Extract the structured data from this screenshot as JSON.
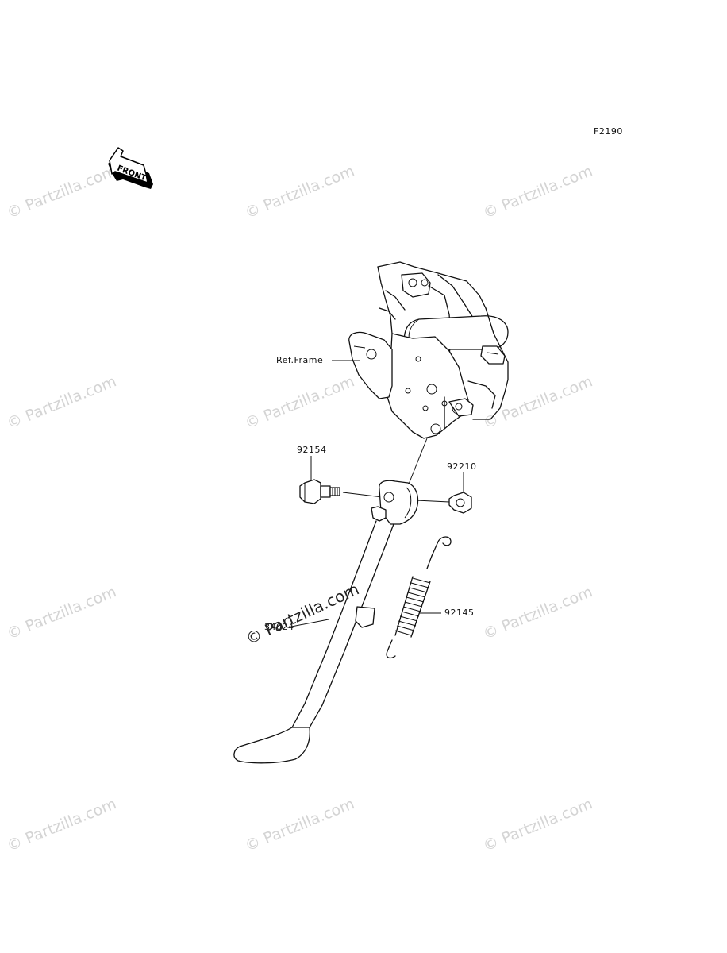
{
  "diagram_code": "F2190",
  "front_indicator": "FRONT",
  "watermark": "© Partzilla.com",
  "callouts": {
    "frame": "Ref.Frame",
    "bolt": "92154",
    "nut": "92210",
    "spring": "92145",
    "stand": "34024"
  },
  "colors": {
    "line": "#111111",
    "watermark": "#d4d4d4",
    "background": "#ffffff"
  }
}
